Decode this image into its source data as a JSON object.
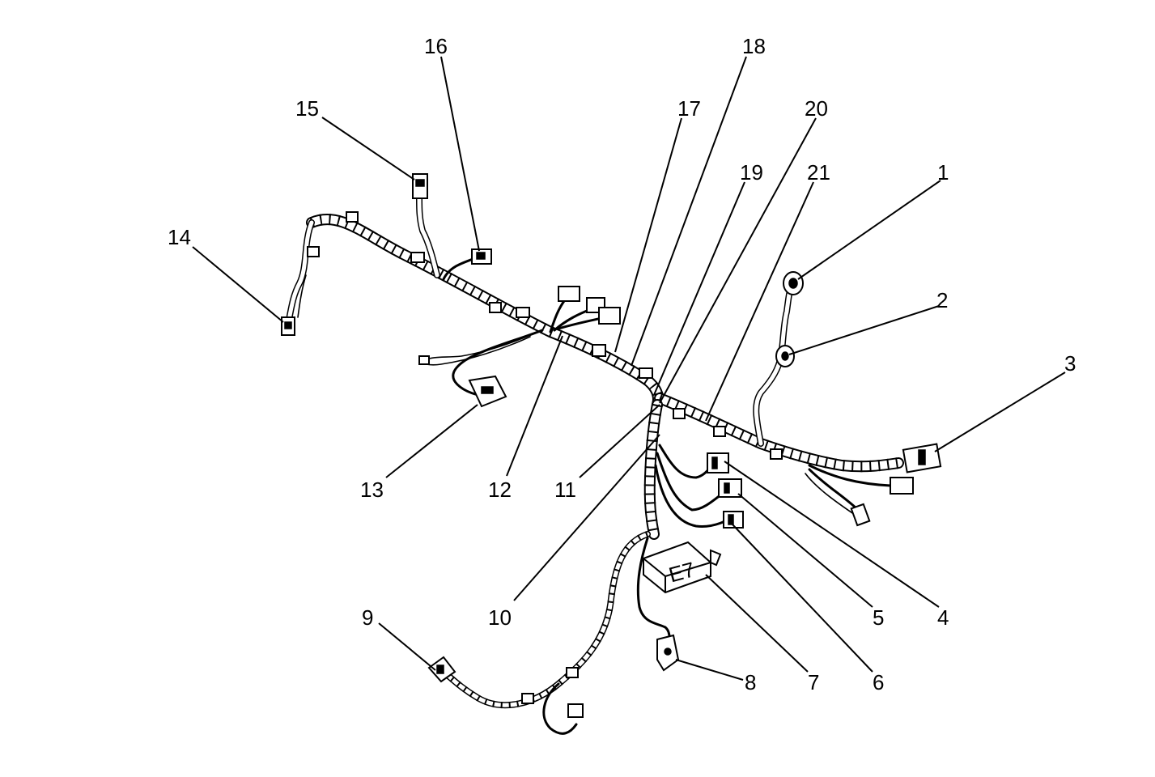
{
  "callouts": [
    {
      "id": "1",
      "label": "1"
    },
    {
      "id": "2",
      "label": "2"
    },
    {
      "id": "3",
      "label": "3"
    },
    {
      "id": "4",
      "label": "4"
    },
    {
      "id": "5",
      "label": "5"
    },
    {
      "id": "6",
      "label": "6"
    },
    {
      "id": "7",
      "label": "7"
    },
    {
      "id": "8",
      "label": "8"
    },
    {
      "id": "9",
      "label": "9"
    },
    {
      "id": "10",
      "label": "10"
    },
    {
      "id": "11",
      "label": "11"
    },
    {
      "id": "12",
      "label": "12"
    },
    {
      "id": "13",
      "label": "13"
    },
    {
      "id": "14",
      "label": "14"
    },
    {
      "id": "15",
      "label": "15"
    },
    {
      "id": "16",
      "label": "16"
    },
    {
      "id": "17",
      "label": "17"
    },
    {
      "id": "18",
      "label": "18"
    },
    {
      "id": "19",
      "label": "19"
    },
    {
      "id": "20",
      "label": "20"
    },
    {
      "id": "21",
      "label": "21"
    }
  ],
  "block_marking": "E7"
}
